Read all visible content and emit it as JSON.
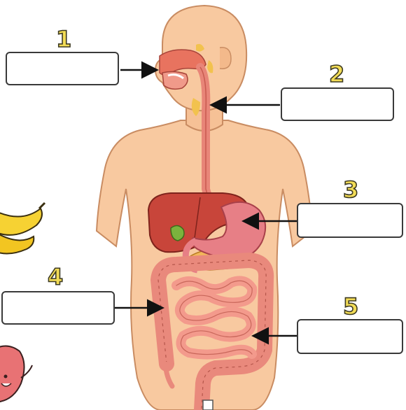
{
  "diagram": {
    "labels": [
      {
        "number": "1",
        "answer": ""
      },
      {
        "number": "2",
        "answer": ""
      },
      {
        "number": "3",
        "answer": ""
      },
      {
        "number": "4",
        "answer": ""
      },
      {
        "number": "5",
        "answer": ""
      }
    ]
  },
  "colors": {
    "skin": "#f8c9a0",
    "skin_outline": "#c98c62",
    "esophagus": "#e88578",
    "liver": "#c8453a",
    "stomach": "#e77f86",
    "pancreas": "#f2b65a",
    "gallbladder": "#7bb33d",
    "small_intestine": "#f39a8c",
    "large_intestine": "#e9897c",
    "number_fill": "#f2dc56",
    "box_border": "#3a3a3a",
    "banana": "#f6d233",
    "apple": "#e87274"
  },
  "icons": [
    "banana-icon",
    "apple-icon"
  ]
}
